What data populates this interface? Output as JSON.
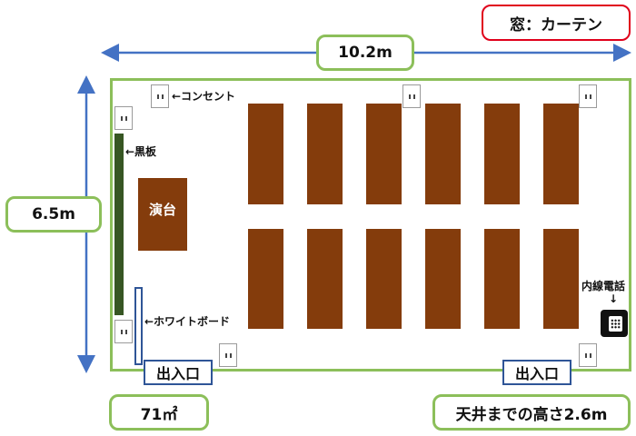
{
  "window_label": "窓：カーテン",
  "width_label": "10.2m",
  "height_label": "6.5m",
  "area_label": "71㎡",
  "ceiling_label": "天井までの高さ2.6m",
  "outlet_label": "←コンセント",
  "blackboard_label": "←黒板",
  "whiteboard_label": "←ホワイトボード",
  "podium_label": "演台",
  "phone_label": "内線電話",
  "phone_arrow": "↓",
  "entrance_left": "出入口",
  "entrance_right": "出入口",
  "colors": {
    "room_border": "#8cbf5a",
    "table": "#843c0c",
    "blackboard": "#375623",
    "whiteboard_border": "#2f5597",
    "window_border": "#e0001b",
    "dimension_arrow": "#4472c4"
  }
}
